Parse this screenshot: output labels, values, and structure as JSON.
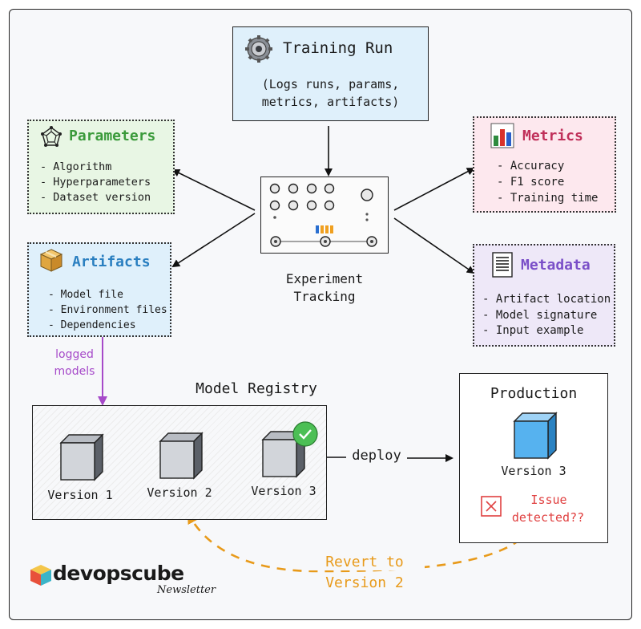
{
  "colors": {
    "training_bg": "#dff0fb",
    "params_bg": "#e8f6e4",
    "params_title": "#3a9a3a",
    "artifacts_bg": "#dff0fb",
    "artifacts_title": "#2a7fc0",
    "metrics_bg": "#fde8ee",
    "metrics_title": "#c0305a",
    "metadata_bg": "#eee8f8",
    "metadata_title": "#7a4fc8",
    "logged_arrow": "#a64ac9",
    "revert_arrow": "#e89a1a",
    "issue_red": "#e04040",
    "cube_blue": "#56b2ef"
  },
  "training_run": {
    "title": "Training Run",
    "subtitle_line1": "(Logs runs, params,",
    "subtitle_line2": "metrics, artifacts)",
    "icon": "gear-icon"
  },
  "parameters": {
    "title": "Parameters",
    "icon": "network-icon",
    "items": [
      "Algorithm",
      "Hyperparameters",
      "Dataset version"
    ]
  },
  "artifacts": {
    "title": "Artifacts",
    "icon": "package-icon",
    "items": [
      "Model file",
      "Environment files",
      "Dependencies"
    ]
  },
  "metrics": {
    "title": "Metrics",
    "icon": "bar-chart-icon",
    "items": [
      "Accuracy",
      "F1 score",
      "Training time"
    ]
  },
  "metadata": {
    "title": "Metadata",
    "icon": "document-icon",
    "items": [
      "Artifact location",
      "Model signature",
      "Input example"
    ]
  },
  "experiment_tracking": {
    "line1": "Experiment",
    "line2": "Tracking",
    "icon": "control-panel-icon"
  },
  "logged_models": {
    "line1": "logged",
    "line2": "models"
  },
  "model_registry": {
    "title": "Model Registry",
    "versions": [
      "Version 1",
      "Version 2",
      "Version 3"
    ]
  },
  "deploy_label": "deploy",
  "production": {
    "title": "Production",
    "version": "Version 3",
    "issue_line1": "Issue",
    "issue_line2": "detected??"
  },
  "revert": {
    "line1": "Revert to",
    "line2": "Version 2"
  },
  "logo": {
    "brand": "devopscube",
    "sub": "Newsletter"
  }
}
